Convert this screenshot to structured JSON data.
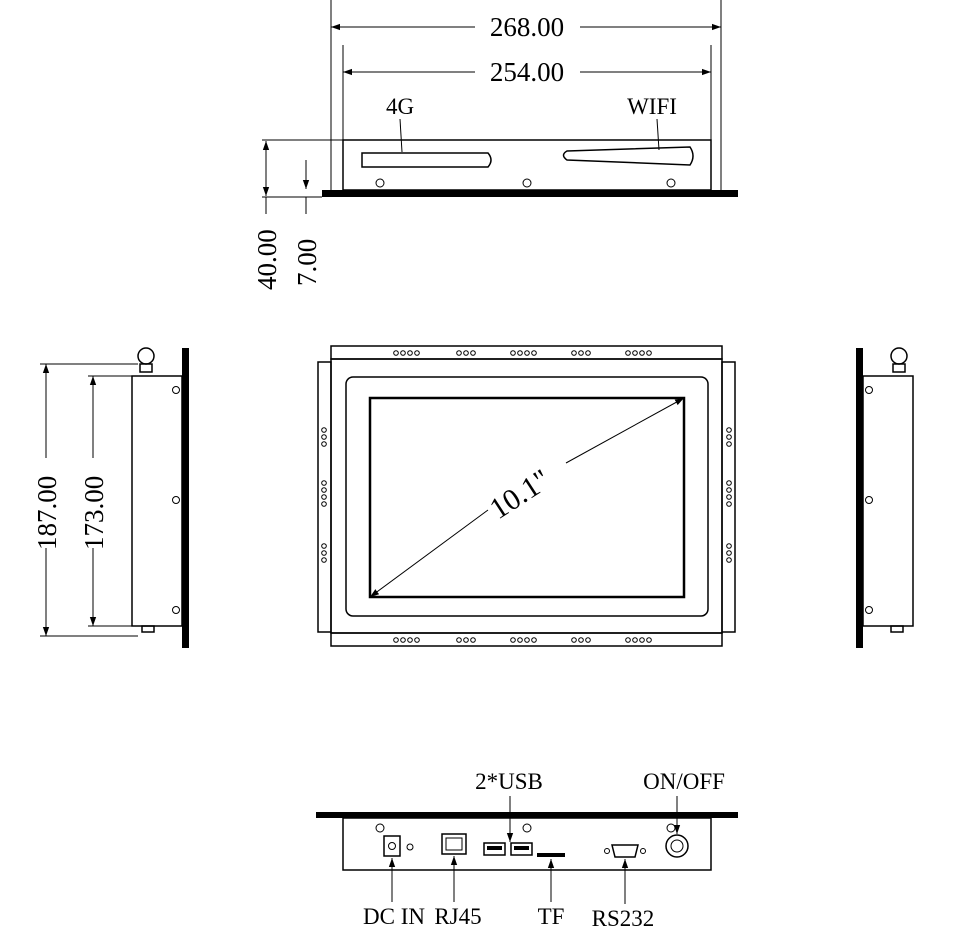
{
  "top_view": {
    "overall_width": "268.00",
    "inner_width": "254.00",
    "antenna_left": "4G",
    "antenna_right": "WIFI",
    "overall_depth": "40.00",
    "flange_thickness": "7.00"
  },
  "side_view": {
    "overall_height": "187.00",
    "inner_height": "173.00"
  },
  "front_view": {
    "screen_size": "10.1\""
  },
  "bottom_view": {
    "usb": "2*USB",
    "power_switch": "ON/OFF",
    "dc_in": "DC IN",
    "rj45": "RJ45",
    "tf": "TF",
    "rs232": "RS232"
  },
  "colors": {
    "line": "#000000",
    "background": "#ffffff"
  }
}
